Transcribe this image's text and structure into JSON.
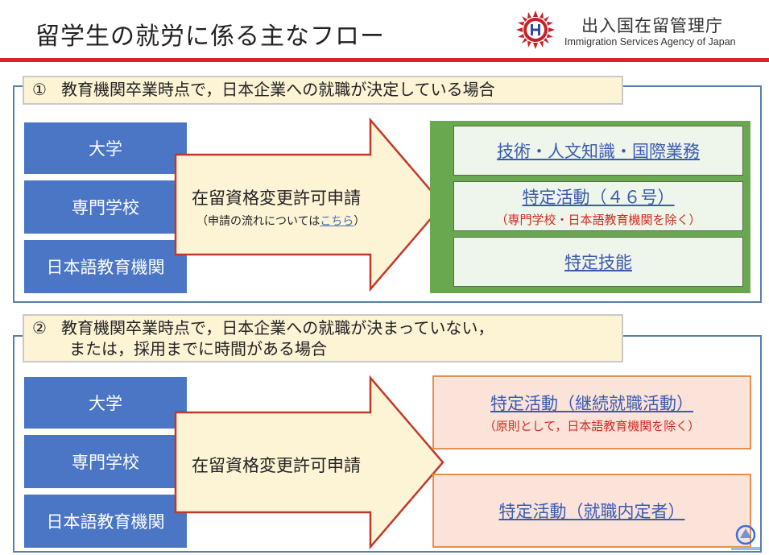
{
  "header": {
    "title": "留学生の就労に係る主なフロー",
    "agency_name_ja": "出入国在留管理庁",
    "agency_name_en": "Immigration Services Agency of Japan"
  },
  "section1": {
    "number": "①",
    "heading": "教育機関卒業時点で，日本企業への就職が決定している場合",
    "schools": [
      "大学",
      "専門学校",
      "日本語教育機関"
    ],
    "arrow_label": "在留資格変更許可申請",
    "arrow_note_prefix": "（申請の流れについては",
    "arrow_note_link": "こちら",
    "arrow_note_suffix": "）",
    "statuses": [
      {
        "label": "技術・人文知識・国際業務",
        "note": ""
      },
      {
        "label": "特定活動（４６号）",
        "note": "（専門学校・日本語教育機関を除く）"
      },
      {
        "label": "特定技能",
        "note": ""
      }
    ]
  },
  "section2": {
    "number": "②",
    "heading_line1": "教育機関卒業時点で，日本企業への就職が決まっていない，",
    "heading_line2": "または，採用までに時間がある場合",
    "schools": [
      "大学",
      "専門学校",
      "日本語教育機関"
    ],
    "arrow_label": "在留資格変更許可申請",
    "statuses": [
      {
        "label": "特定活動（継続就職活動）",
        "note": "（原則として，日本語教育機関を除く）"
      },
      {
        "label": "特定活動（就職内定者）",
        "note": ""
      }
    ]
  },
  "colors": {
    "brand_red": "#d8232a",
    "school_blue": "#4a76c5",
    "arrow_fill": "#fdf3d5",
    "arrow_stroke": "#c0392b",
    "green_frame": "#6aa84f",
    "link_blue": "#3a5bb0",
    "note_red": "#d22a20",
    "orange_border": "#e3914f"
  },
  "icons": {
    "agency_logo": "seal-emblem-icon",
    "watermark": "watermark-logo-icon"
  }
}
